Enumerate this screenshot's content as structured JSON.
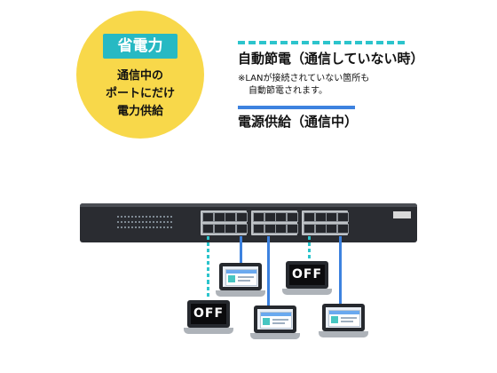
{
  "circle": {
    "badge": "省電力",
    "lines": [
      "通信中の",
      "ポートにだけ",
      "電力供給"
    ]
  },
  "legend": {
    "dash_title": "自動節電（通信していない時）",
    "dash_note": [
      "※LANが接続されていない箇所も",
      "自動節電されます。"
    ],
    "solid_title": "電源供給（通信中）"
  },
  "laptops": [
    {
      "state": "off",
      "label": "OFF"
    },
    {
      "state": "on",
      "label": ""
    },
    {
      "state": "on",
      "label": ""
    },
    {
      "state": "off",
      "label": "OFF"
    },
    {
      "state": "on",
      "label": ""
    }
  ],
  "colors": {
    "badge": "#27b9c3",
    "dash_line": "#2cc4cc",
    "solid_line": "#3d82df",
    "circle": "#f8d84a"
  }
}
